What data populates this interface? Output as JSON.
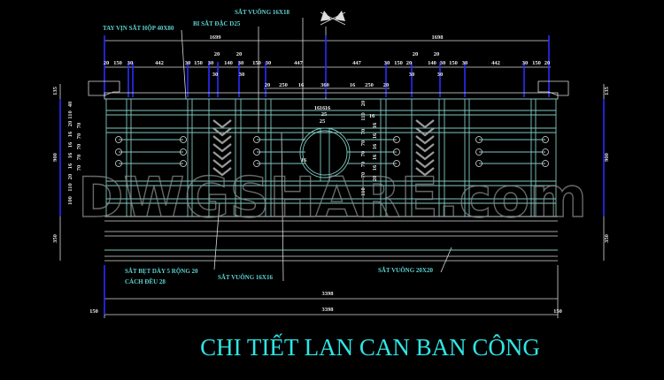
{
  "title": "CHI TIẾT LAN CAN BAN CÔNG",
  "watermark": "DWGSHARE.com",
  "labels": {
    "handrail": "TAY VỊN SẮT HỘP 40X80",
    "ball": "BI SẮT ĐẶC D25",
    "square_top": "SẮT VUÔNG 16X18",
    "flat_bar_1": "SẮT BẸT DÀY 5 RỘNG 20",
    "flat_bar_2": "CÁCH ĐỀU 28",
    "square_16": "SẮT VUÔNG 16X16",
    "square_20": "SẮT VUÔNG 20X20"
  },
  "dims": {
    "left_half": "1699",
    "right_half": "1698",
    "top_row": [
      "20",
      "150",
      "30",
      "442",
      "30",
      "150",
      "30",
      "140",
      "30",
      "150",
      "30",
      "447",
      "447",
      "30",
      "150",
      "20",
      "140",
      "30",
      "150",
      "30",
      "442",
      "30",
      "150",
      "20"
    ],
    "top_row_upper": [
      "20",
      "20",
      "20",
      "20"
    ],
    "top_row_lower": [
      "30",
      "30",
      "30",
      "30"
    ],
    "second_row": [
      "20",
      "250",
      "16",
      "360",
      "16",
      "250",
      "20"
    ],
    "center": [
      "16",
      "16",
      "16",
      "25",
      "25",
      "16",
      "16"
    ],
    "side_left": [
      "40",
      "110",
      "20",
      "16",
      "16",
      "16",
      "16",
      "20",
      "110",
      "100"
    ],
    "side_left_70": [
      "70",
      "70",
      "70",
      "70",
      "70"
    ],
    "side_right": [
      "20",
      "110",
      "70",
      "70",
      "70",
      "70",
      "70",
      "110"
    ],
    "side_right_16": [
      "16",
      "16",
      "16",
      "16",
      "16",
      "20"
    ],
    "height_cap": "135",
    "height_panel": "900",
    "height_base": "350",
    "total_1": "3398",
    "total_2": "3398",
    "edge_left": "150",
    "edge_right": "150"
  }
}
